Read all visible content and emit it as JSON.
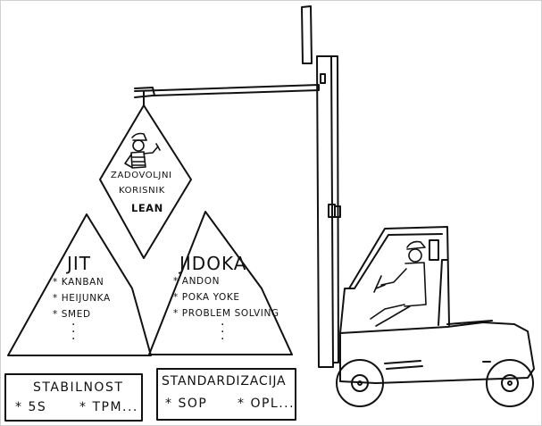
{
  "top": {
    "line1": "ZADOVOLJNI",
    "line2": "KORISNIK",
    "line3": "LEAN"
  },
  "jit": {
    "title": "JIT",
    "items": [
      "* KANBAN",
      "* HEIJUNKA",
      "* SMED"
    ]
  },
  "jidoka": {
    "title": "JIDOKA",
    "items": [
      "* ANDON",
      "* POKA YOKE",
      "* PROBLEM SOLVING"
    ]
  },
  "foundation_left": {
    "title": "STABILNOST",
    "items": [
      "* 5S",
      "* TPM..."
    ]
  },
  "foundation_right": {
    "title": "STANDARDIZACIJA",
    "items": [
      "* SOP",
      "* OPL..."
    ]
  },
  "dots": [
    "·",
    "·",
    "·"
  ],
  "colors": {
    "ink": "#111111",
    "frame": "#d0d0d0",
    "paper": "#ffffff"
  }
}
